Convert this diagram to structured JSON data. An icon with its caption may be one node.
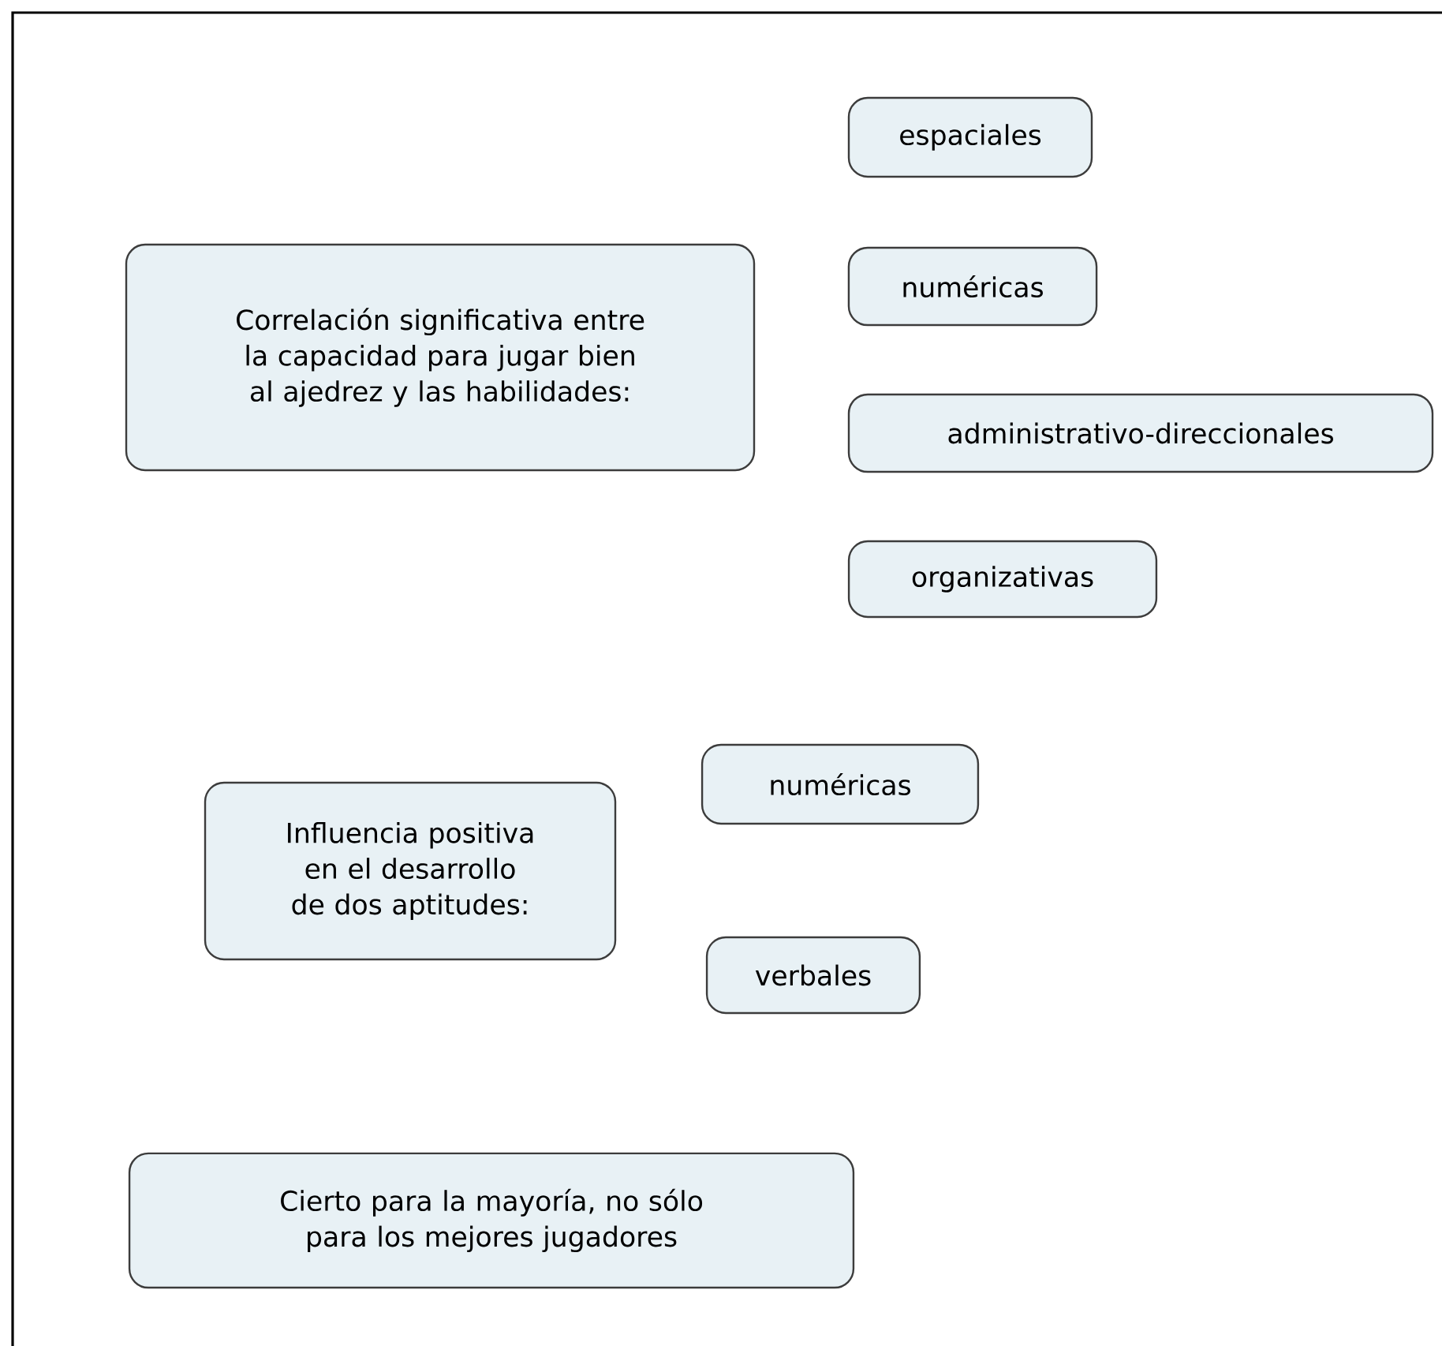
{
  "diagram": {
    "nodes": [
      {
        "text": [
          "Correlación significativa entre la capacidad para jugar bien al ajedrez y las habilidades:"
        ]
      },
      {
        "text": [
          "espaciales"
        ]
      },
      {
        "text": [
          "numéricas"
        ]
      },
      {
        "text": [
          "administrativo-direccionales"
        ]
      },
      {
        "text": [
          "organizativas"
        ]
      },
      {
        "text": [
          "Influencia positiva en el desarrollo de dos aptitudes:"
        ]
      },
      {
        "text": [
          "numéricas"
        ]
      },
      {
        "text": [
          "verbales"
        ]
      },
      {
        "text": [
          "Cierto para la mayoría, no sólo para los mejores jugadores"
        ]
      }
    ]
  }
}
